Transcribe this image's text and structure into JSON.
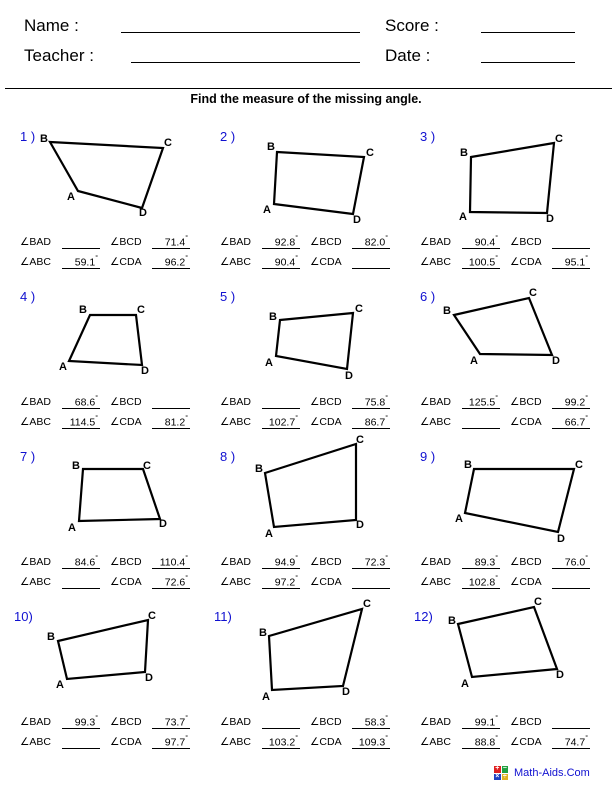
{
  "header": {
    "name_label": "Name :",
    "score_label": "Score :",
    "teacher_label": "Teacher :",
    "date_label": "Date :"
  },
  "instructions": "Find the measure of the missing angle.",
  "angle_labels": {
    "bad": "∠BAD",
    "bcd": "∠BCD",
    "abc": "∠ABC",
    "cda": "∠CDA"
  },
  "degree_symbol": "°",
  "problems": [
    {
      "num": "1 )",
      "BAD": "",
      "BCD": "71.4",
      "ABC": "59.1",
      "CDA": "96.2"
    },
    {
      "num": "2 )",
      "BAD": "92.8",
      "BCD": "82.0",
      "ABC": "90.4",
      "CDA": ""
    },
    {
      "num": "3 )",
      "BAD": "90.4",
      "BCD": "",
      "ABC": "100.5",
      "CDA": "95.1"
    },
    {
      "num": "4 )",
      "BAD": "68.6",
      "BCD": "",
      "ABC": "114.5",
      "CDA": "81.2"
    },
    {
      "num": "5 )",
      "BAD": "",
      "BCD": "75.8",
      "ABC": "102.7",
      "CDA": "86.7"
    },
    {
      "num": "6 )",
      "BAD": "125.5",
      "BCD": "99.2",
      "ABC": "",
      "CDA": "66.7"
    },
    {
      "num": "7 )",
      "BAD": "84.6",
      "BCD": "110.4",
      "ABC": "",
      "CDA": "72.6"
    },
    {
      "num": "8 )",
      "BAD": "94.9",
      "BCD": "72.3",
      "ABC": "97.2",
      "CDA": ""
    },
    {
      "num": "9 )",
      "BAD": "89.3",
      "BCD": "76.0",
      "ABC": "102.8",
      "CDA": ""
    },
    {
      "num": "10)",
      "BAD": "99.3",
      "BCD": "73.7",
      "ABC": "",
      "CDA": "97.7"
    },
    {
      "num": "11)",
      "BAD": "",
      "BCD": "58.3",
      "ABC": "103.2",
      "CDA": "109.3"
    },
    {
      "num": "12)",
      "BAD": "99.1",
      "BCD": "",
      "ABC": "88.8",
      "CDA": "74.7"
    }
  ],
  "vertices": {
    "a": "A",
    "b": "B",
    "c": "C",
    "d": "D"
  },
  "footer": {
    "brand": "Math-Aids.Com",
    "logo_icon": "math-operations-icon"
  }
}
